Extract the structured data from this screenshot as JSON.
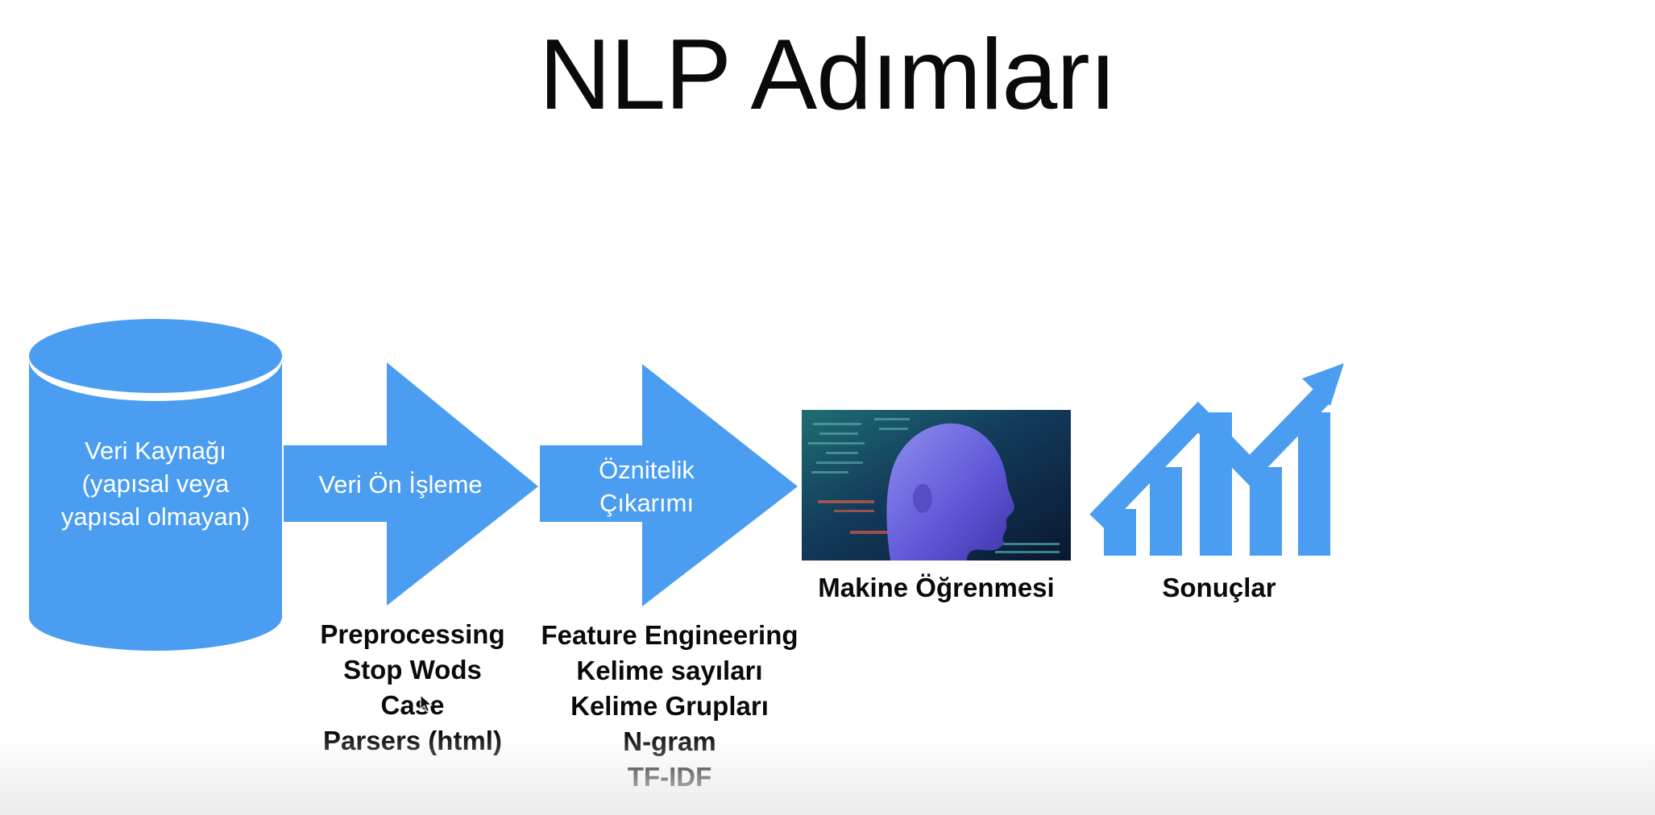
{
  "slide": {
    "title": "NLP Adımları"
  },
  "steps": {
    "source": {
      "lines": [
        "Veri Kaynağı",
        "(yapısal veya",
        "yapısal olmayan)"
      ]
    },
    "preprocessing": {
      "label": "Veri Ön İşleme",
      "details": [
        "Preprocessing",
        "Stop Wods",
        "Case",
        "Parsers (html)"
      ]
    },
    "features": {
      "lines": [
        "Öznitelik",
        "Çıkarımı"
      ],
      "details": [
        "Feature Engineering",
        "Kelime sayıları",
        "Kelime Grupları",
        "N-gram",
        "TF-IDF"
      ]
    },
    "ml": {
      "caption": "Makine Öğrenmesi",
      "image": "ai-head-image"
    },
    "results": {
      "caption": "Sonuçlar",
      "icon": "growth-chart-icon"
    }
  },
  "colors": {
    "shape_blue": "#4a9df0",
    "text_dark": "#0a0a0a",
    "label_white": "#ffffff"
  }
}
